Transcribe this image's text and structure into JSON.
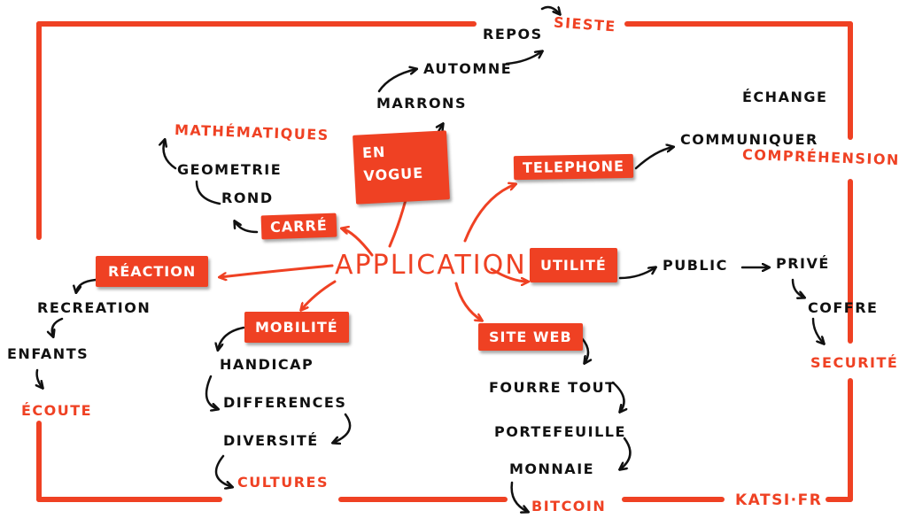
{
  "center": "APPLICATION",
  "credit": "KATSI·FR",
  "colors": {
    "accent": "#ef4123",
    "ink": "#111111",
    "background": "#ffffff"
  },
  "branches": {
    "en_vogue": {
      "label": "EN VOGUE",
      "chain": [
        "MARRONS",
        "AUTOMNE",
        "REPOS"
      ],
      "end": "SIESTE"
    },
    "carre": {
      "label": "CARRÉ",
      "chain": [
        "ROND",
        "GEOMETRIE"
      ],
      "end": "MATHÉMATIQUES"
    },
    "telephone": {
      "label": "TELEPHONE",
      "chain": [
        "COMMUNIQUER",
        "ÉCHANGE"
      ],
      "end": "COMPRÉHENSION"
    },
    "reaction": {
      "label": "RÉACTION",
      "chain": [
        "RECREATION",
        "ENFANTS"
      ],
      "end": "ÉCOUTE"
    },
    "utilite": {
      "label": "UTILITÉ",
      "chain": [
        "PUBLIC",
        "PRIVÉ",
        "COFFRE"
      ],
      "end": "SECURITÉ"
    },
    "mobilite": {
      "label": "MOBILITÉ",
      "chain": [
        "HANDICAP",
        "DIFFERENCES",
        "DIVERSITÉ"
      ],
      "end": "CULTURES"
    },
    "site_web": {
      "label": "SITE WEB",
      "chain": [
        "FOURRE TOUT",
        "PORTEFEUILLE",
        "MONNAIE"
      ],
      "end": "BITCOIN"
    }
  }
}
